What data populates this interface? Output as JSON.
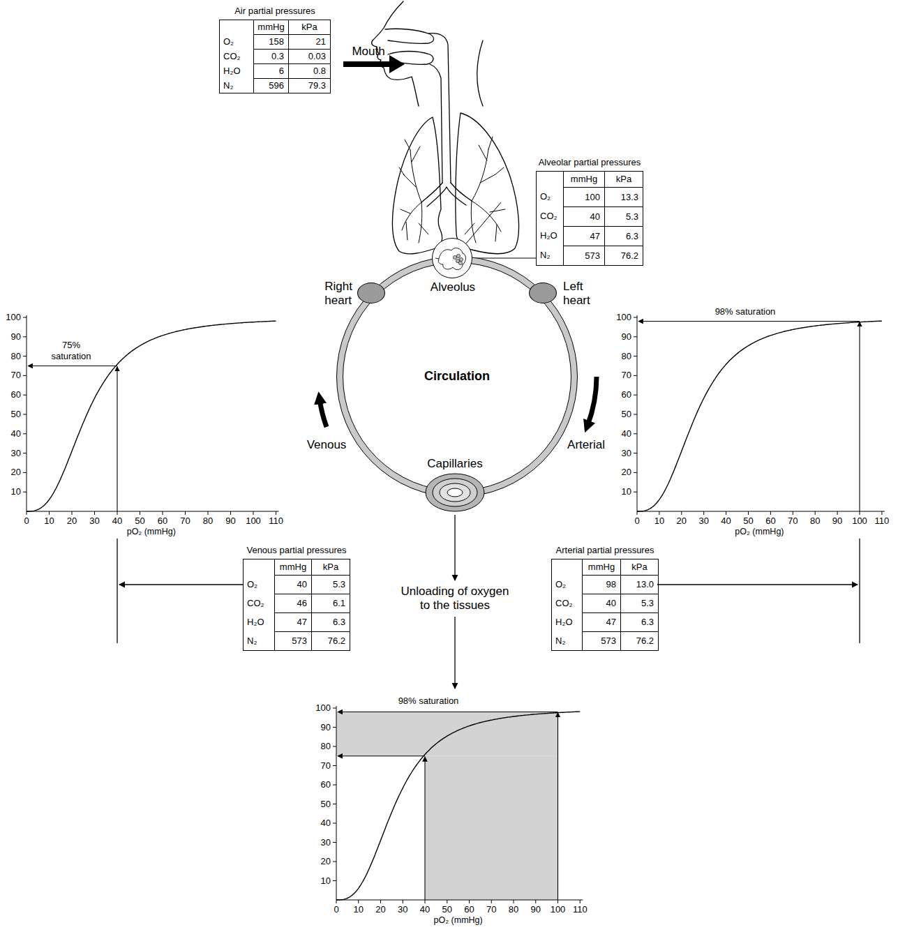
{
  "diagram": {
    "nodes": [
      {
        "text": [
          "Air partial pressures",
          "mmHg",
          "kPa",
          "O₂",
          "158",
          "21",
          "CO₂",
          "0.3",
          "0.03",
          "H₂O",
          "6",
          "0.8",
          "N₂",
          "596",
          "79.3"
        ]
      },
      {
        "text": [
          "Alveolar partial pressures",
          "mmHg",
          "kPa",
          "O₂",
          "100",
          "13.3",
          "CO₂",
          "40",
          "5.3",
          "H₂O",
          "47",
          "6.3",
          "N₂",
          "573",
          "76.2"
        ]
      },
      {
        "text": [
          "Circulation"
        ]
      },
      {
        "text": [
          "Alveolus"
        ]
      },
      {
        "text": [
          "Right heart"
        ]
      },
      {
        "text": [
          "Left heart"
        ]
      },
      {
        "text": [
          "Capillaries"
        ]
      },
      {
        "text": [
          "Venous partial pressures",
          "mmHg",
          "kPa",
          "O₂",
          "40",
          "5.3",
          "CO₂",
          "46",
          "6.1",
          "H₂O",
          "47",
          "6.3",
          "N₂",
          "573",
          "76.2"
        ]
      },
      {
        "text": [
          "Arterial partial pressures",
          "mmHg",
          "kPa",
          "O₂",
          "98",
          "13.0",
          "CO₂",
          "40",
          "5.3",
          "H₂O",
          "47",
          "6.3",
          "N₂",
          "573",
          "76.2"
        ]
      }
    ],
    "edges": [
      {
        "from": 3,
        "to": 1,
        "arrow": "none"
      }
    ],
    "labels": [
      "Mouth",
      "Venous",
      "Arterial",
      "Unloading of oxygen to the tissues",
      "100",
      "90",
      "80",
      "70",
      "60",
      "50",
      "40",
      "30",
      "20",
      "10",
      "0",
      "10",
      "20",
      "30",
      "40",
      "50",
      "60",
      "70",
      "80",
      "90",
      "100",
      "110",
      "pO₂ (mmHg)",
      "75% saturation",
      "100",
      "90",
      "80",
      "70",
      "60",
      "50",
      "40",
      "30",
      "20",
      "10",
      "0",
      "10",
      "20",
      "30",
      "40",
      "50",
      "60",
      "70",
      "80",
      "90",
      "100",
      "110",
      "pO₂ (mmHg)",
      "98% saturation",
      "100",
      "90",
      "80",
      "70",
      "60",
      "50",
      "40",
      "30",
      "20",
      "10",
      "0",
      "10",
      "20",
      "30",
      "40",
      "50",
      "60",
      "70",
      "80",
      "90",
      "100",
      "110",
      "pO₂ (mmHg)",
      "98% saturation"
    ]
  }
}
